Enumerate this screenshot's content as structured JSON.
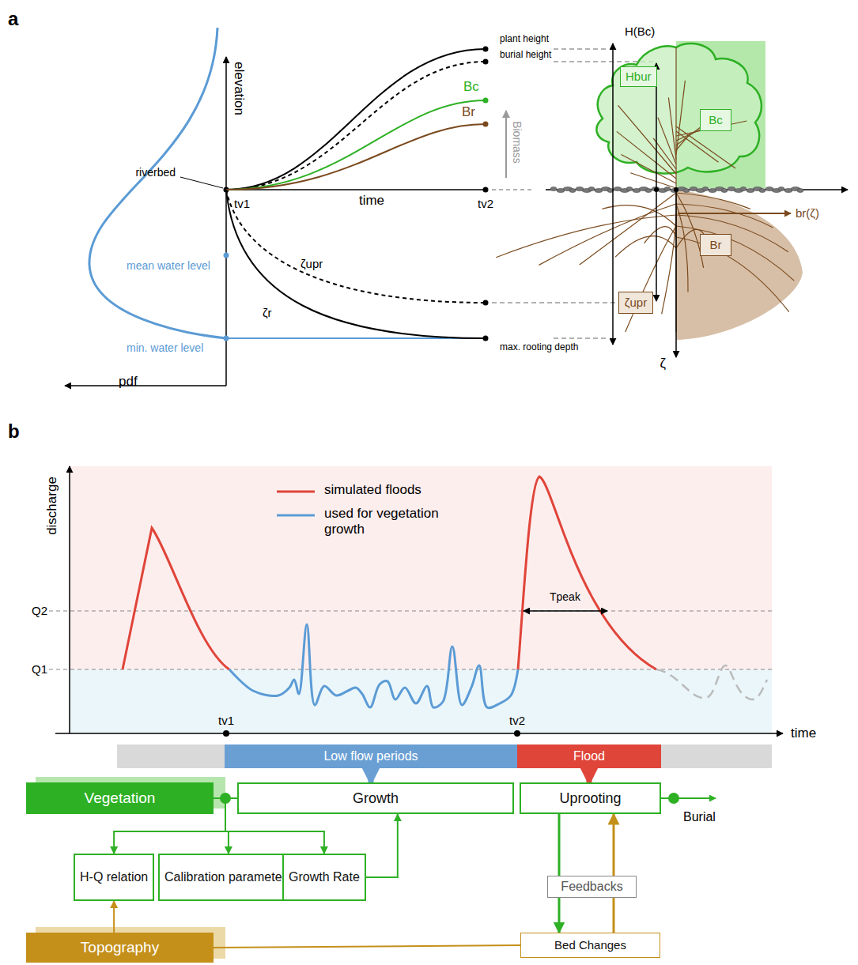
{
  "diagram": {
    "nodes": [
      {
        "text": [
          "Hbur"
        ]
      },
      {
        "text": [
          "Bc"
        ]
      },
      {
        "text": [
          "Br"
        ]
      },
      {
        "text": [
          "ζupr"
        ]
      },
      {
        "text": [
          "Low flow periods"
        ]
      },
      {
        "text": [
          "Flood"
        ]
      },
      {
        "text": [
          "Vegetation"
        ]
      },
      {
        "text": [
          "Growth"
        ]
      },
      {
        "text": [
          "Uprooting"
        ]
      },
      {
        "text": [
          "H-Q relation"
        ]
      },
      {
        "text": [
          "Calibration parameters"
        ]
      },
      {
        "text": [
          "Growth Rate"
        ]
      },
      {
        "text": [
          "Feedbacks"
        ]
      },
      {
        "text": [
          "Topography"
        ]
      },
      {
        "text": [
          "Bed Changes"
        ]
      }
    ],
    "edges": [
      {
        "from": 4,
        "to": 7,
        "arrow": "to"
      },
      {
        "from": 5,
        "to": 8,
        "arrow": "to"
      },
      {
        "from": 6,
        "to": 7,
        "arrow": "none"
      },
      {
        "from": 6,
        "to": 9,
        "arrow": "to"
      },
      {
        "from": 6,
        "to": 10,
        "arrow": "to"
      },
      {
        "from": 6,
        "to": 11,
        "arrow": "to"
      },
      {
        "from": 11,
        "to": 7,
        "arrow": "to"
      },
      {
        "from": 13,
        "to": 9,
        "arrow": "to"
      },
      {
        "from": 13,
        "to": 14,
        "arrow": "none"
      },
      {
        "from": 8,
        "to": 14,
        "arrow": "to"
      },
      {
        "from": 14,
        "to": 8,
        "arrow": "to"
      }
    ],
    "labels": [
      "a",
      "elevation",
      "riverbed",
      "plant height",
      "burial height",
      "Bc",
      "Br",
      "Biomass",
      "tv1",
      "time",
      "tv2",
      "mean water level",
      "min. water level",
      "pdf",
      "ζupr",
      "ζr",
      "max. rooting depth",
      "H(Bc)",
      "br(ζ)",
      "ζ",
      "b",
      "discharge",
      "Q2",
      "Q1",
      "Tpeak",
      "tv1",
      "tv2",
      "time",
      "Burial"
    ],
    "legend": [
      {
        "text": "simulated floods"
      },
      {
        "text": "used for vegetation growth"
      }
    ]
  }
}
